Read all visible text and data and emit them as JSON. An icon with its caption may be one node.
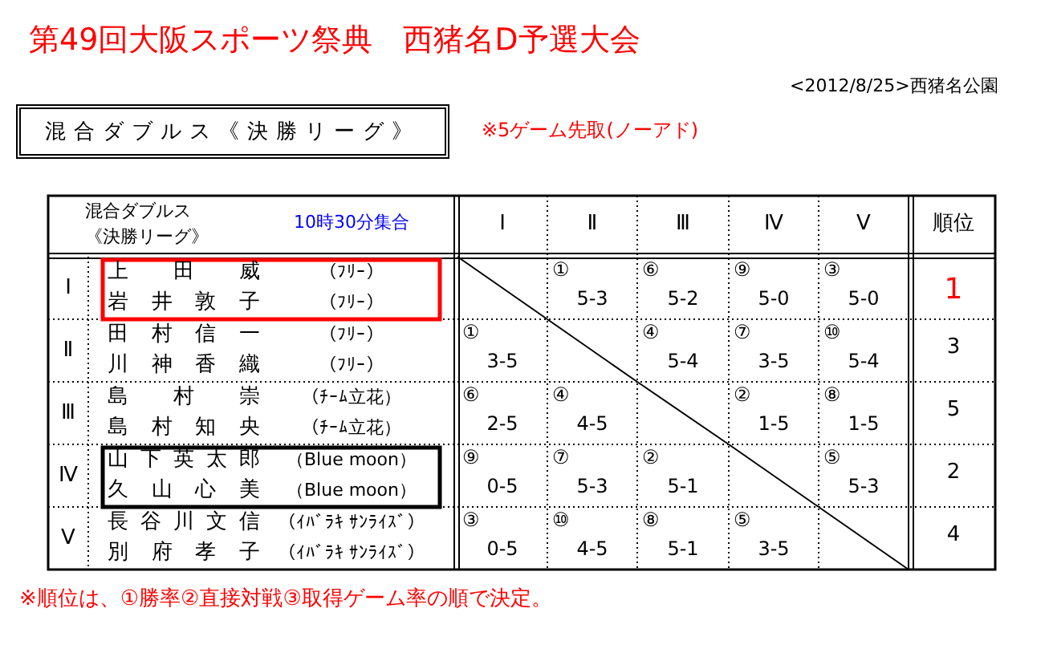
{
  "diagram": {
    "title": "第49回大阪スポーツ祭典　西猪名D予選大会",
    "caption": "※順位は、①勝率②直接対戦③取得ゲーム率の順で決定。",
    "nodes": [
      {
        "text": [
          "混合ダブルス《決勝リーグ》"
        ]
      }
    ],
    "labels": [
      "<2012/8/25>西猪名公園",
      "※5ゲーム先取(ノーアド)",
      "混合ダブルス《決勝リーグ》",
      "10時30分集合",
      "Ⅰ",
      "Ⅱ",
      "Ⅲ",
      "Ⅳ",
      "Ⅴ",
      "順位",
      "Ⅰ",
      "上田威",
      "（ﾌﾘｰ）",
      "岩井敦子",
      "（ﾌﾘｰ）",
      "①",
      "5-3",
      "⑥",
      "5-2",
      "⑨",
      "5-0",
      "③",
      "5-0",
      "1",
      "Ⅱ",
      "田村信一",
      "（ﾌﾘｰ）",
      "川神香織",
      "（ﾌﾘｰ）",
      "①",
      "3-5",
      "④",
      "5-4",
      "⑦",
      "3-5",
      "⑩",
      "5-4",
      "3",
      "Ⅲ",
      "島村崇",
      "（ﾁｰﾑ立花）",
      "島村知央",
      "（ﾁｰﾑ立花）",
      "⑥",
      "2-5",
      "④",
      "4-5",
      "②",
      "1-5",
      "⑧",
      "1-5",
      "5",
      "Ⅳ",
      "山下英太郎",
      "（Blue moon）",
      "久山心美",
      "（Blue moon）",
      "⑨",
      "0-5",
      "⑦",
      "5-3",
      "②",
      "5-1",
      "⑤",
      "5-3",
      "2",
      "Ⅴ",
      "長谷川文信",
      "（ｲﾊﾞﾗｷ ｻﾝﾗｲｽﾞ）",
      "別府孝子",
      "（ｲﾊﾞﾗｷ ｻﾝﾗｲｽﾞ）",
      "③",
      "0-5",
      "⑩",
      "4-5",
      "⑧",
      "5-1",
      "⑤",
      "3-5",
      "4"
    ]
  }
}
